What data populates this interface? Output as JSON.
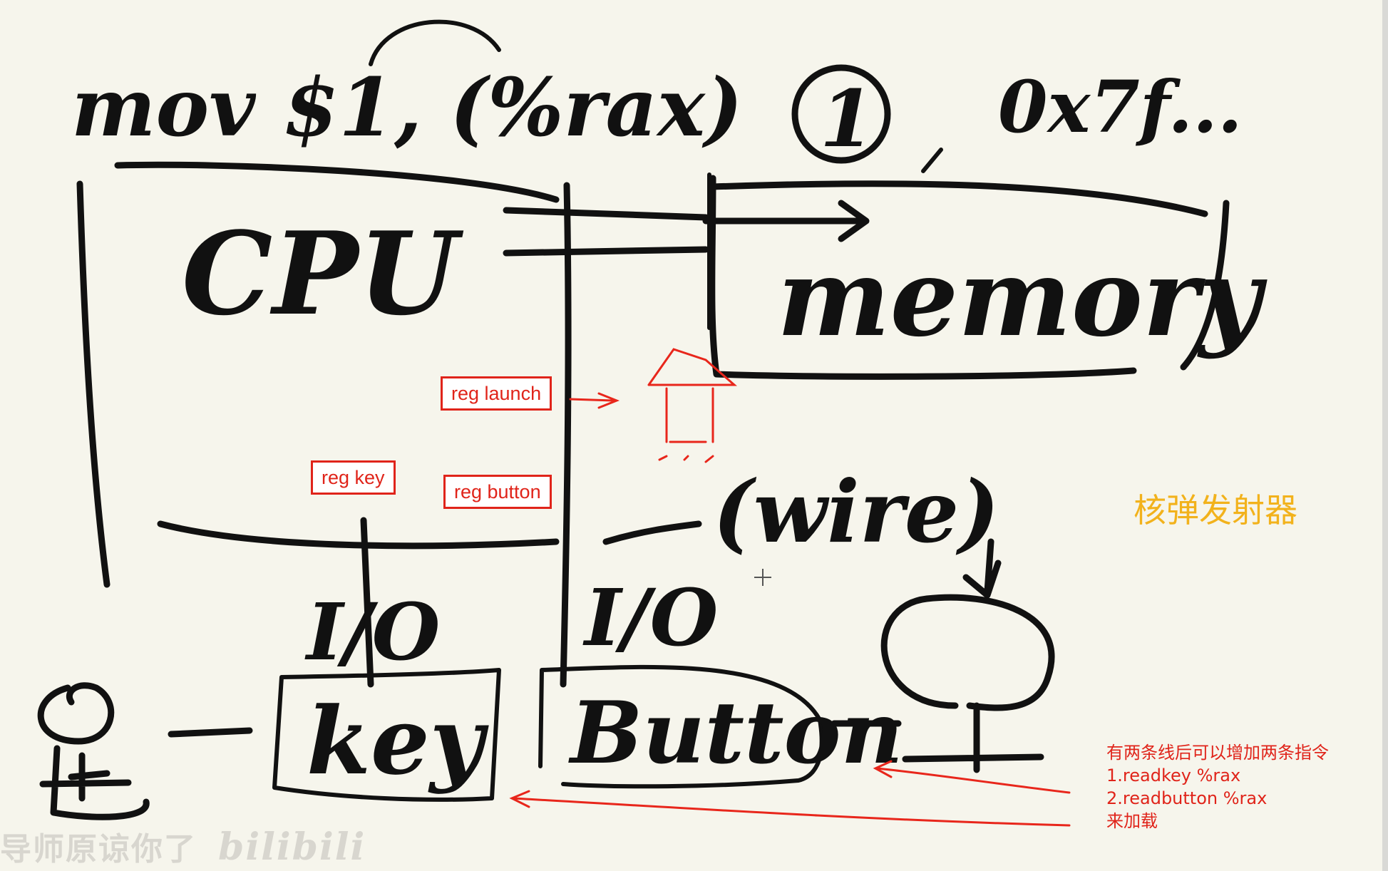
{
  "handwriting": {
    "instruction": "mov $1, (%rax)",
    "address_circle": "1",
    "address": "0x7f...",
    "cpu": "CPU",
    "memory": "memory",
    "wire": "(wire)",
    "io_left": "I/O",
    "io_right": "I/O",
    "key": "key",
    "button": "Button"
  },
  "labels": {
    "reg_launch": "reg launch",
    "reg_key": "reg key",
    "reg_button": "reg button"
  },
  "title": "核弹发射器",
  "note": {
    "line1": "有两条线后可以增加两条指令",
    "line2": "1.readkey %rax",
    "line3": "2.readbutton %rax",
    "line4": "来加载"
  },
  "watermark": {
    "text": "导师原谅你了",
    "brand": "bilibili"
  },
  "colors": {
    "background": "#f6f5ec",
    "ink": "#111111",
    "annotation_red": "#e0241a",
    "title_orange": "#f2b21c"
  }
}
